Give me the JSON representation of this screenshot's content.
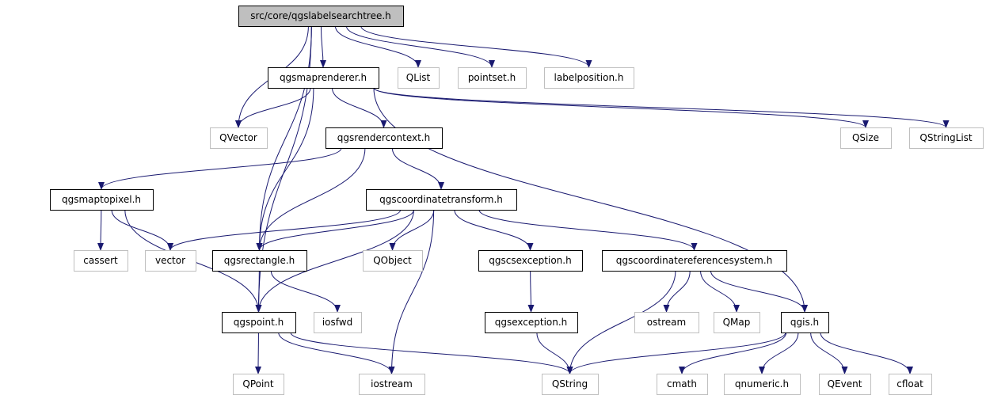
{
  "colors": {
    "edge": "#191970",
    "border_internal": "#000000",
    "border_external": "#bfbfbf",
    "root_fill": "#bfbfbf",
    "node_fill": "#ffffff",
    "text": "#000000"
  },
  "nodes": [
    {
      "id": "qgslabelsearchtree",
      "label": "src/core/qgslabelsearchtree.h",
      "kind": "root"
    },
    {
      "id": "qgsmaprenderer",
      "label": "qgsmaprenderer.h",
      "kind": "internal"
    },
    {
      "id": "qlist",
      "label": "QList",
      "kind": "external"
    },
    {
      "id": "pointset",
      "label": "pointset.h",
      "kind": "external"
    },
    {
      "id": "labelposition",
      "label": "labelposition.h",
      "kind": "external"
    },
    {
      "id": "qvector",
      "label": "QVector",
      "kind": "external"
    },
    {
      "id": "qsize",
      "label": "QSize",
      "kind": "external"
    },
    {
      "id": "qstringlist",
      "label": "QStringList",
      "kind": "external"
    },
    {
      "id": "qgsrendercontext",
      "label": "qgsrendercontext.h",
      "kind": "internal"
    },
    {
      "id": "qgsmaptopixel",
      "label": "qgsmaptopixel.h",
      "kind": "internal"
    },
    {
      "id": "qgscoordinatetransform",
      "label": "qgscoordinatetransform.h",
      "kind": "internal"
    },
    {
      "id": "cassert",
      "label": "cassert",
      "kind": "external"
    },
    {
      "id": "vector",
      "label": "vector",
      "kind": "external"
    },
    {
      "id": "qgsrectangle",
      "label": "qgsrectangle.h",
      "kind": "internal"
    },
    {
      "id": "qobject",
      "label": "QObject",
      "kind": "external"
    },
    {
      "id": "qgscsexception",
      "label": "qgscsexception.h",
      "kind": "internal"
    },
    {
      "id": "qgscoordinatereferencesystem",
      "label": "qgscoordinatereferencesystem.h",
      "kind": "internal"
    },
    {
      "id": "qgspoint",
      "label": "qgspoint.h",
      "kind": "internal"
    },
    {
      "id": "iosfwd",
      "label": "iosfwd",
      "kind": "external"
    },
    {
      "id": "qgsexception",
      "label": "qgsexception.h",
      "kind": "internal"
    },
    {
      "id": "ostream",
      "label": "ostream",
      "kind": "external"
    },
    {
      "id": "qmap",
      "label": "QMap",
      "kind": "external"
    },
    {
      "id": "qgis",
      "label": "qgis.h",
      "kind": "internal"
    },
    {
      "id": "qpoint",
      "label": "QPoint",
      "kind": "external"
    },
    {
      "id": "iostream",
      "label": "iostream",
      "kind": "external"
    },
    {
      "id": "qstring",
      "label": "QString",
      "kind": "external"
    },
    {
      "id": "cmath",
      "label": "cmath",
      "kind": "external"
    },
    {
      "id": "qnumeric",
      "label": "qnumeric.h",
      "kind": "external"
    },
    {
      "id": "qevent",
      "label": "QEvent",
      "kind": "external"
    },
    {
      "id": "cfloat",
      "label": "cfloat",
      "kind": "external"
    }
  ],
  "edges": [
    {
      "from": "qgslabelsearchtree",
      "to": "qgsmaprenderer"
    },
    {
      "from": "qgslabelsearchtree",
      "to": "qlist"
    },
    {
      "from": "qgslabelsearchtree",
      "to": "pointset"
    },
    {
      "from": "qgslabelsearchtree",
      "to": "labelposition"
    },
    {
      "from": "qgslabelsearchtree",
      "to": "qvector"
    },
    {
      "from": "qgslabelsearchtree",
      "to": "qgsrectangle"
    },
    {
      "from": "qgslabelsearchtree",
      "to": "qgspoint"
    },
    {
      "from": "qgsmaprenderer",
      "to": "qvector"
    },
    {
      "from": "qgsmaprenderer",
      "to": "qgsrendercontext"
    },
    {
      "from": "qgsmaprenderer",
      "to": "qgsrectangle"
    },
    {
      "from": "qgsmaprenderer",
      "to": "qsize"
    },
    {
      "from": "qgsmaprenderer",
      "to": "qstringlist"
    },
    {
      "from": "qgsmaprenderer",
      "to": "qgis"
    },
    {
      "from": "qgsrendercontext",
      "to": "qgsmaptopixel"
    },
    {
      "from": "qgsrendercontext",
      "to": "qgscoordinatetransform"
    },
    {
      "from": "qgsrendercontext",
      "to": "qgsrectangle"
    },
    {
      "from": "qgsmaptopixel",
      "to": "cassert"
    },
    {
      "from": "qgsmaptopixel",
      "to": "vector"
    },
    {
      "from": "qgsmaptopixel",
      "to": "qgspoint"
    },
    {
      "from": "qgscoordinatetransform",
      "to": "vector"
    },
    {
      "from": "qgscoordinatetransform",
      "to": "qgsrectangle"
    },
    {
      "from": "qgscoordinatetransform",
      "to": "qobject"
    },
    {
      "from": "qgscoordinatetransform",
      "to": "qgscsexception"
    },
    {
      "from": "qgscoordinatetransform",
      "to": "qgscoordinatereferencesystem"
    },
    {
      "from": "qgscoordinatetransform",
      "to": "qgspoint"
    },
    {
      "from": "qgscoordinatetransform",
      "to": "iostream"
    },
    {
      "from": "qgsrectangle",
      "to": "qgspoint"
    },
    {
      "from": "qgsrectangle",
      "to": "iosfwd"
    },
    {
      "from": "qgscsexception",
      "to": "qgsexception"
    },
    {
      "from": "qgscoordinatereferencesystem",
      "to": "ostream"
    },
    {
      "from": "qgscoordinatereferencesystem",
      "to": "qmap"
    },
    {
      "from": "qgscoordinatereferencesystem",
      "to": "qgis"
    },
    {
      "from": "qgscoordinatereferencesystem",
      "to": "qstring"
    },
    {
      "from": "qgspoint",
      "to": "qpoint"
    },
    {
      "from": "qgspoint",
      "to": "iostream"
    },
    {
      "from": "qgspoint",
      "to": "qstring"
    },
    {
      "from": "qgsexception",
      "to": "qstring"
    },
    {
      "from": "qgis",
      "to": "qstring"
    },
    {
      "from": "qgis",
      "to": "cmath"
    },
    {
      "from": "qgis",
      "to": "qnumeric"
    },
    {
      "from": "qgis",
      "to": "qevent"
    },
    {
      "from": "qgis",
      "to": "cfloat"
    }
  ]
}
